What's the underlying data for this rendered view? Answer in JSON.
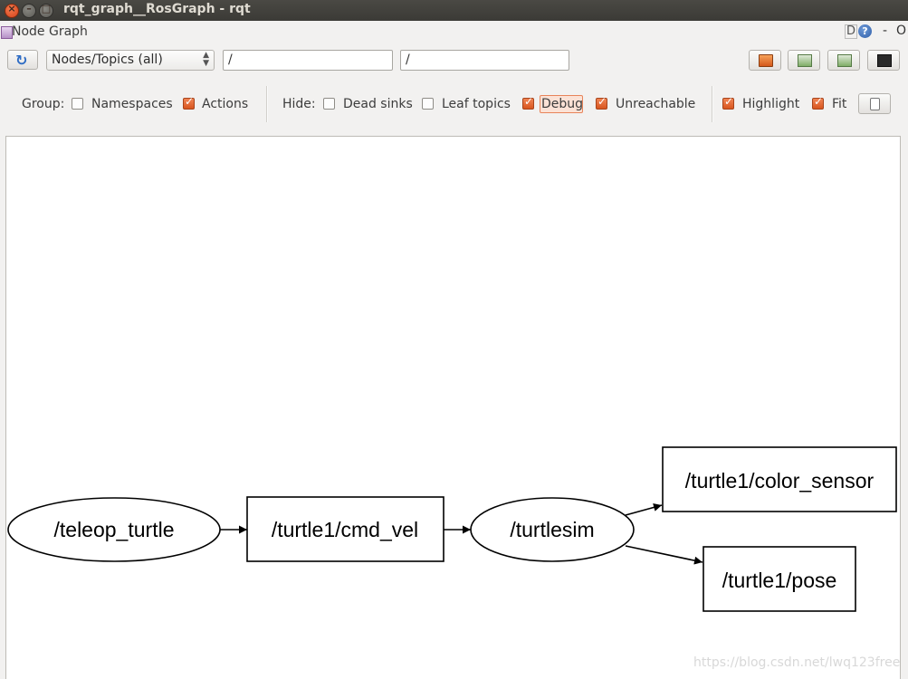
{
  "window": {
    "title": "rqt_graph__RosGraph - rqt",
    "close_glyph": "×",
    "min_glyph": "–",
    "max_glyph": "□"
  },
  "plugin": {
    "title": "Node Graph",
    "d_label": "D",
    "help_label": "?",
    "minimize_label": "-",
    "close_label": "O"
  },
  "toolbar": {
    "refresh_glyph": "↻",
    "graph_type": "Nodes/Topics (all)",
    "node_filter": "/",
    "topic_filter": "/"
  },
  "options": {
    "group_label": "Group:",
    "hide_label": "Hide:",
    "items": [
      {
        "label": "Namespaces",
        "checked": false
      },
      {
        "label": "Actions",
        "checked": true
      },
      {
        "label": "Dead sinks",
        "checked": false
      },
      {
        "label": "Leaf topics",
        "checked": false
      },
      {
        "label": "Debug",
        "checked": true
      },
      {
        "label": "Unreachable",
        "checked": true
      },
      {
        "label": "Highlight",
        "checked": true
      },
      {
        "label": "Fit",
        "checked": true
      }
    ]
  },
  "graph": {
    "nodes": [
      {
        "id": "teleop",
        "label": "/teleop_turtle",
        "shape": "ellipse"
      },
      {
        "id": "cmd_vel",
        "label": "/turtle1/cmd_vel",
        "shape": "box"
      },
      {
        "id": "turtlesim",
        "label": "/turtlesim",
        "shape": "ellipse"
      },
      {
        "id": "color_sensor",
        "label": "/turtle1/color_sensor",
        "shape": "box"
      },
      {
        "id": "pose",
        "label": "/turtle1/pose",
        "shape": "box"
      }
    ],
    "edges": [
      {
        "from": "teleop",
        "to": "cmd_vel"
      },
      {
        "from": "cmd_vel",
        "to": "turtlesim"
      },
      {
        "from": "turtlesim",
        "to": "color_sensor"
      },
      {
        "from": "turtlesim",
        "to": "pose"
      }
    ]
  },
  "watermark": "https://blog.csdn.net/lwq123free"
}
